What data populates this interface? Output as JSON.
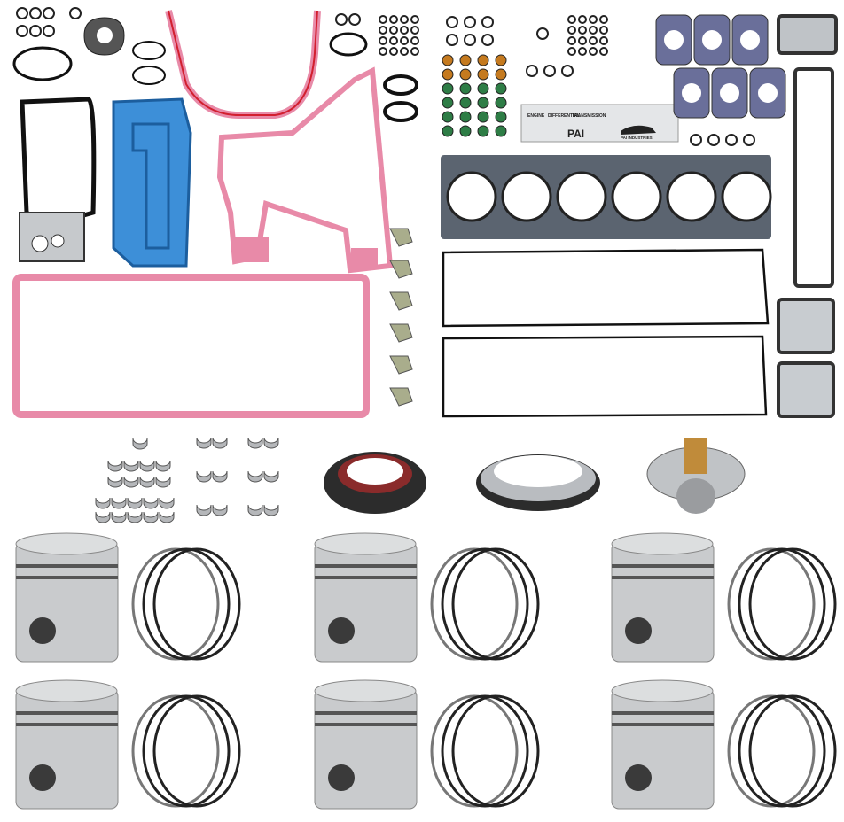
{
  "product_card": {
    "col1": "ENGINE",
    "col2": "DIFFERENTIAL",
    "col3": "TRANSMISSION",
    "brand": "PAI",
    "company": "PAI INDUSTRIES"
  },
  "colors": {
    "pink_gasket": "#e88aa8",
    "blue_gasket": "#3d8fd8",
    "head_gasket": "#5b6470",
    "purple_gasket": "#6a6f9a",
    "piston": "#c9cbcd",
    "seal": "#8a2b2b"
  },
  "kit": {
    "pistons": 6,
    "ring_sets": 6,
    "cylinders": 6
  }
}
